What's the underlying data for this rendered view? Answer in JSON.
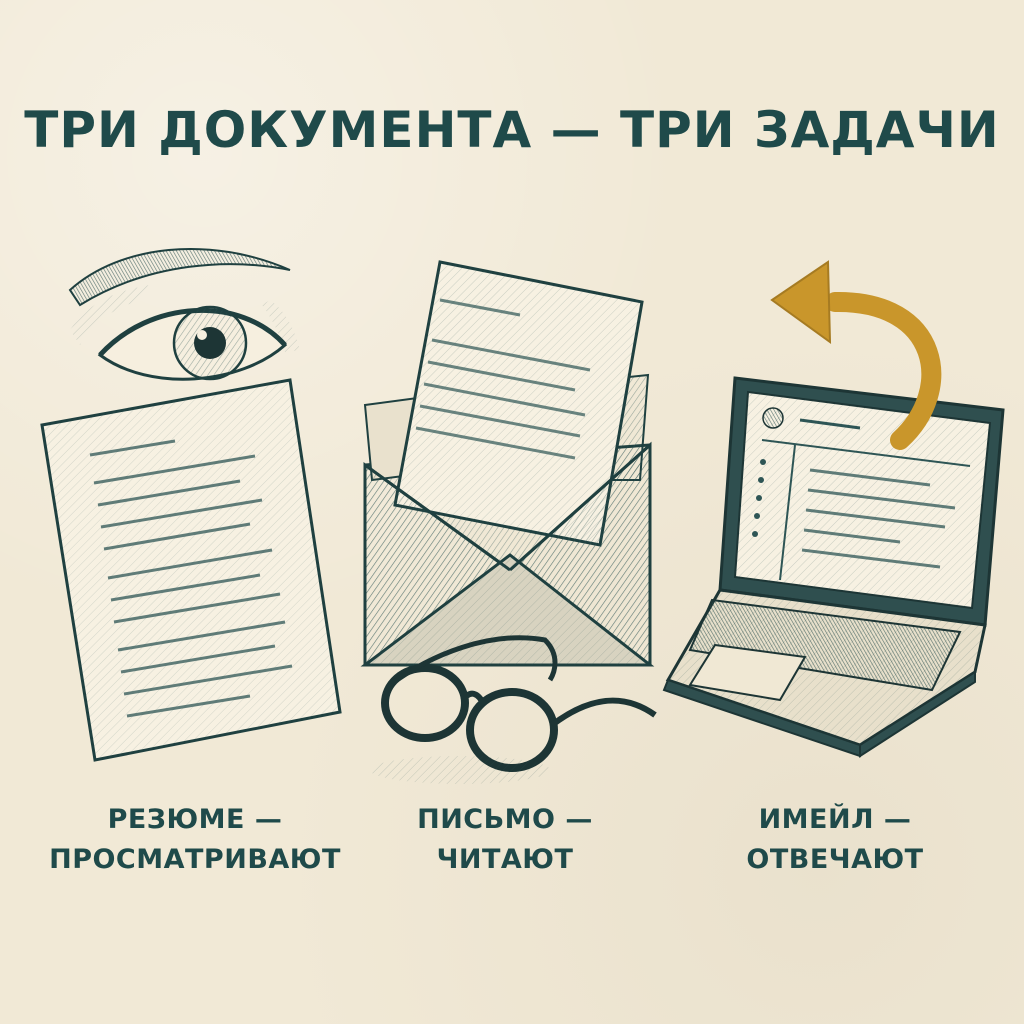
{
  "title": "ТРИ ДОКУМЕНТА — ТРИ ЗАДАЧИ",
  "columns": [
    {
      "line1": "РЕЗЮМЕ —",
      "line2": "ПРОСМАТРИВАЮТ",
      "icon": "eye-over-resume-icon"
    },
    {
      "line1": "ПИСЬМО —",
      "line2": "ЧИТАЮТ",
      "icon": "envelope-letter-with-glasses-icon"
    },
    {
      "line1": "ИМЕЙЛ —",
      "line2": "ОТВЕЧАЮТ",
      "icon": "laptop-reply-arrow-icon"
    }
  ],
  "colors": {
    "ink": "#1f4a4a",
    "paper": "#f1e9d6",
    "accent": "#c9962b"
  }
}
